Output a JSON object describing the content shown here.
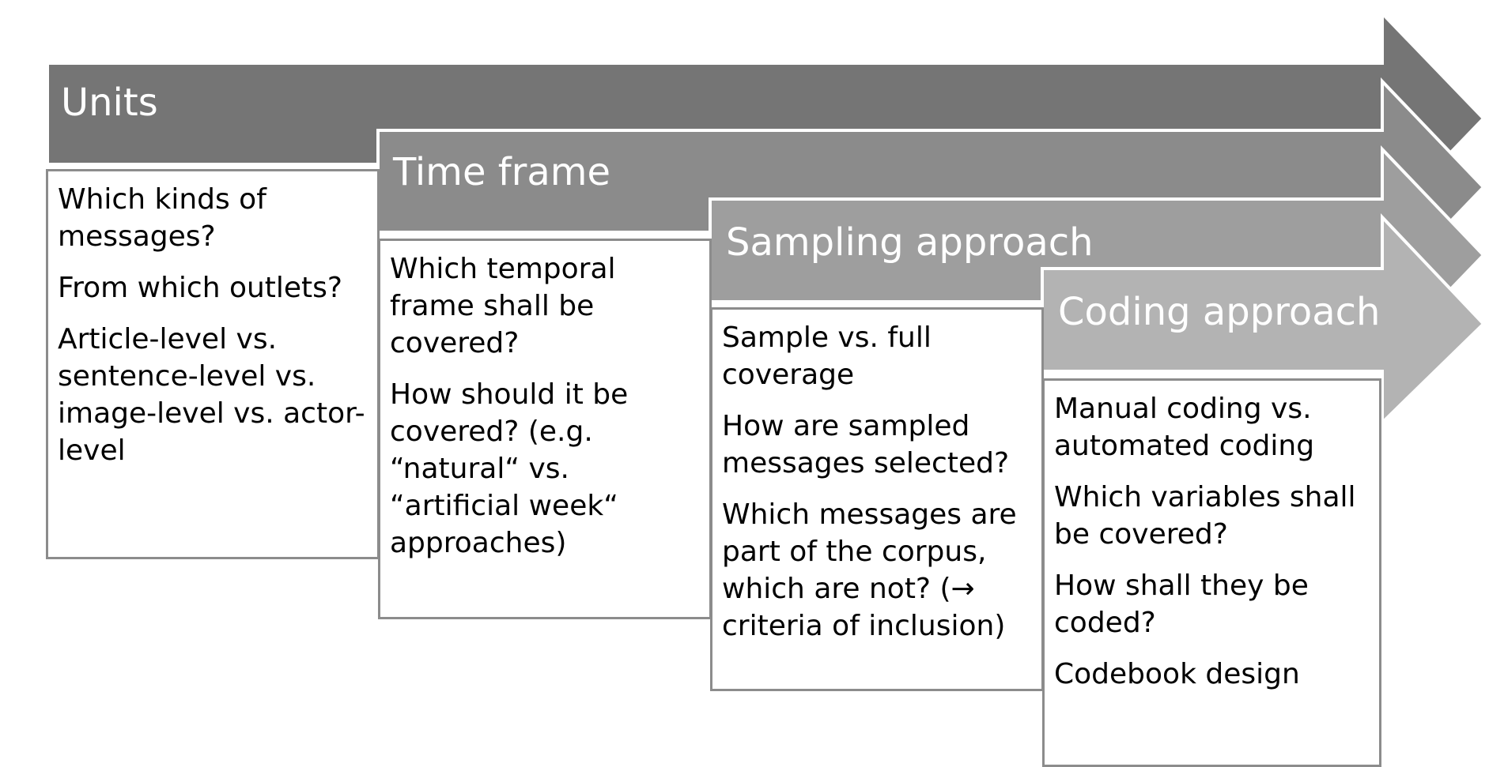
{
  "stages": [
    {
      "title": "Units",
      "items": [
        "Which kinds of messages?",
        "From which outlets?",
        "Article-level vs. sentence-level vs. image-level vs. actor-level"
      ]
    },
    {
      "title": "Time frame",
      "items": [
        "Which temporal frame shall be covered?",
        "How should it be covered? (e.g. “natural“ vs. “artificial week“ approaches)"
      ]
    },
    {
      "title": "Sampling approach",
      "items": [
        "Sample vs. full coverage",
        "How are sampled messages selected?",
        "Which messages are part of the corpus, which are not? (→ criteria of inclusion)"
      ]
    },
    {
      "title": "Coding approach",
      "items": [
        "Manual coding vs. automated coding",
        "Which variables shall be covered?",
        "How shall they be coded?",
        "Codebook design"
      ]
    }
  ],
  "colors": {
    "arrow_1": "#757575",
    "arrow_2": "#8b8b8b",
    "arrow_3": "#9e9e9e",
    "arrow_4": "#b3b3b3",
    "box_border": "#8c8c8c",
    "text": "#000000"
  }
}
